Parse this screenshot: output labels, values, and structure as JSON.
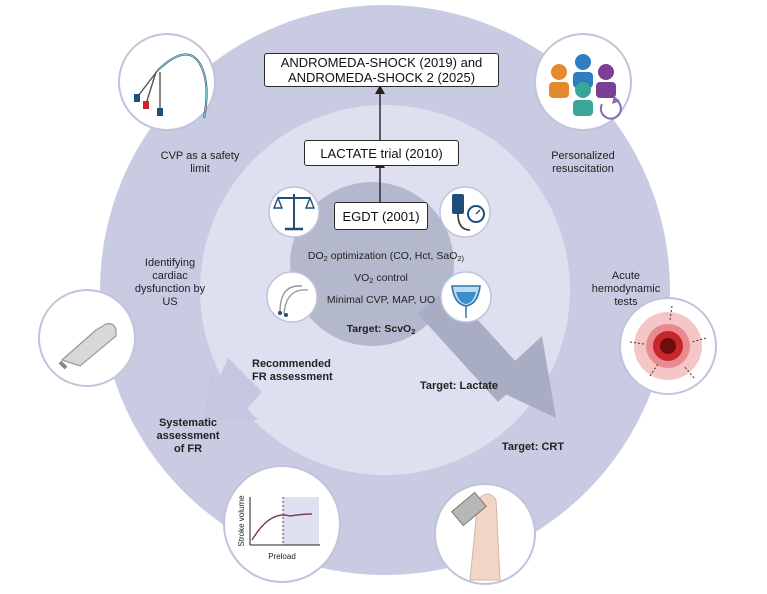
{
  "boxes": {
    "andromeda": {
      "line1": "ANDROMEDA-SHOCK  (2019) and",
      "line2": "ANDROMEDA-SHOCK 2 (2025)"
    },
    "lactate_trial": "LACTATE trial (2010)",
    "egdt": "EGDT (2001)"
  },
  "center": {
    "do2_main": "DO",
    "do2_sub": "2",
    "do2_rest": " optimization (CO, Hct, SaO",
    "do2_sub2": "2)",
    "vo2_main": "VO",
    "vo2_sub": "2",
    "vo2_rest": " control",
    "minimal": "Minimal CVP, MAP, UO",
    "target_main": "Target: ScvO",
    "target_sub": "2"
  },
  "labels": {
    "cvp_line1": "CVP as a safety",
    "cvp_line2": "limit",
    "personalized_line1": "Personalized",
    "personalized_line2": "resuscitation",
    "cardiac_line1": "Identifying",
    "cardiac_line2": "cardiac",
    "cardiac_line3": "dysfunction by",
    "cardiac_line4": "US",
    "acute_line1": "Acute",
    "acute_line2": "hemodynamic",
    "acute_line3": "tests",
    "recommended_line1": "Recommended",
    "recommended_line2": "FR assessment",
    "systematic_line1": "Systematic",
    "systematic_line2": "assessment",
    "systematic_line3": "of FR",
    "target_lactate": "Target: Lactate",
    "target_crt": "Target: CRT"
  },
  "graph": {
    "ylabel": "Stroke volume",
    "xlabel": "Preload"
  },
  "colors": {
    "outer_ring": "#c9cbe3",
    "middle_disk": "#dfe0ef",
    "inner_disk": "#b4b8cc",
    "arrow": "#a9adc4",
    "icon_border": "#c0c3dc"
  }
}
